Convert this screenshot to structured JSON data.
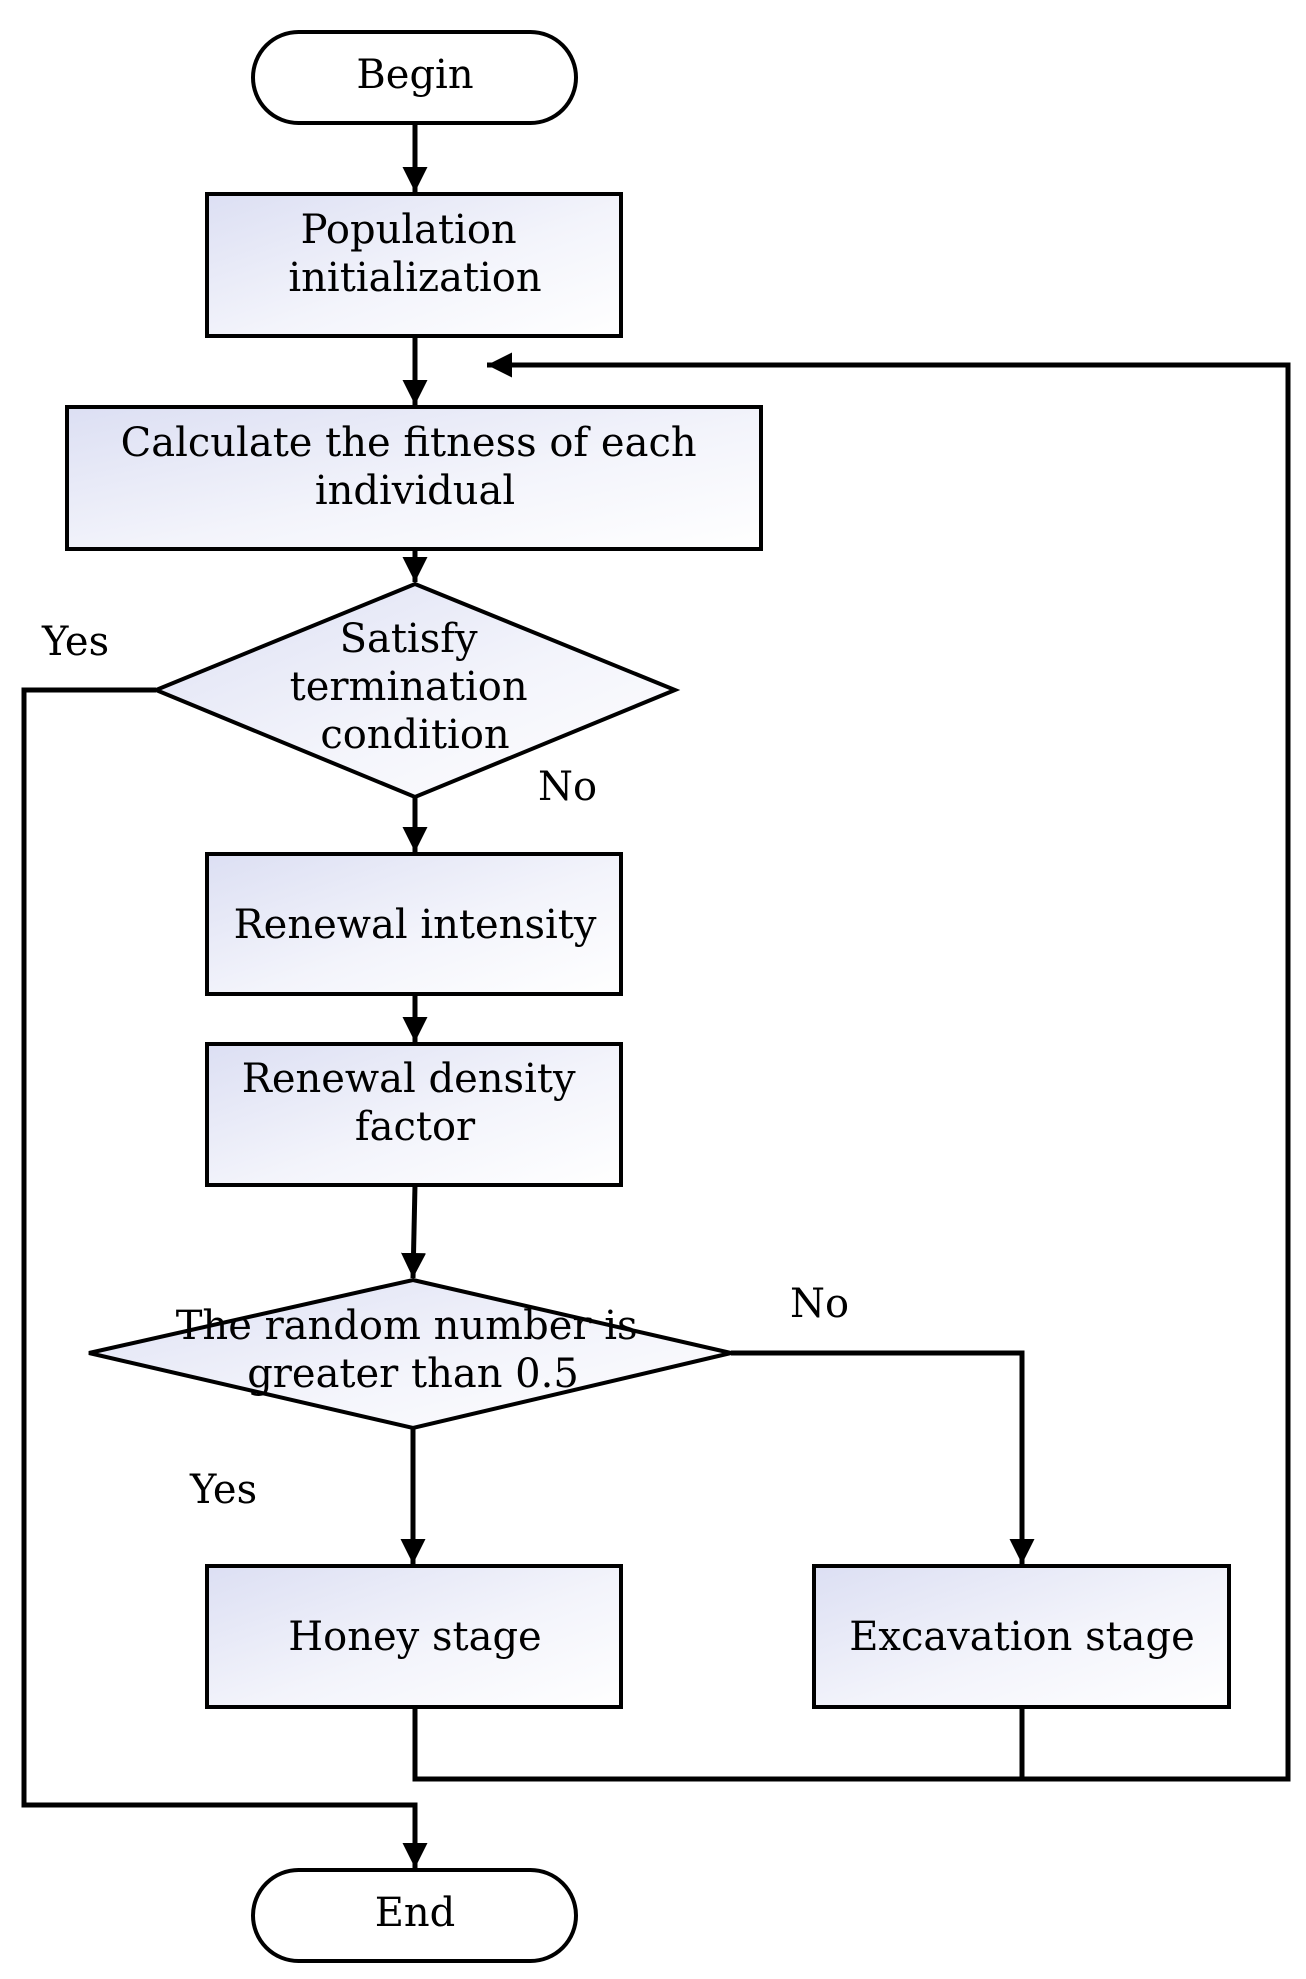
{
  "nodes": {
    "begin": "Begin",
    "population_init": [
      "Population",
      "initialization"
    ],
    "calc_fitness": [
      "Calculate the fitness of each",
      "individual"
    ],
    "termination_check": [
      "Satisfy",
      "termination",
      "condition"
    ],
    "renewal_intensity": "Renewal intensity",
    "renewal_density": [
      "Renewal density",
      "factor"
    ],
    "random_check": [
      "The random number is",
      "greater than 0.5"
    ],
    "honey_stage": "Honey stage",
    "excavation_stage": "Excavation stage",
    "end": "End"
  },
  "edge_labels": {
    "termination_yes": "Yes",
    "termination_no": "No",
    "random_no": "No",
    "random_yes": "Yes"
  }
}
